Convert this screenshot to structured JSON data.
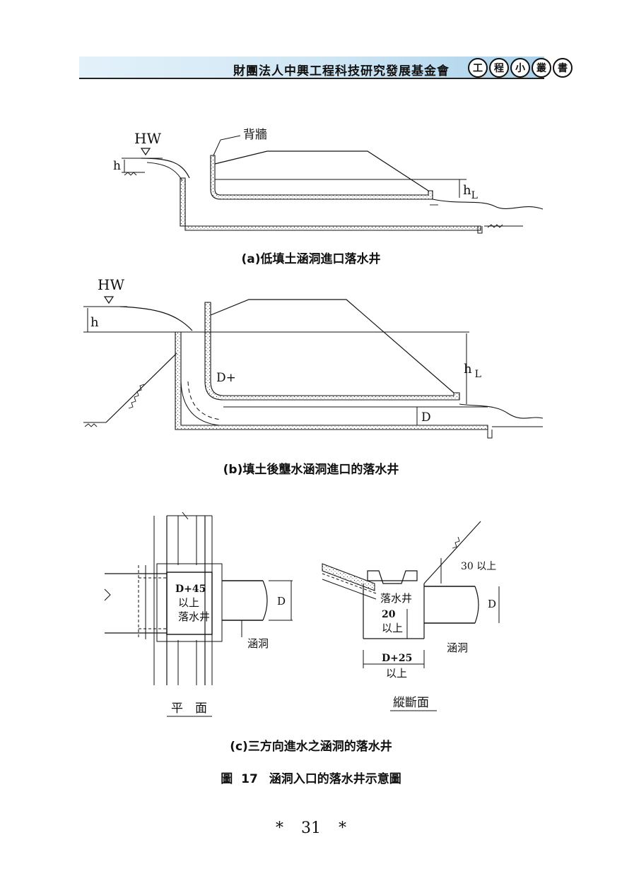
{
  "header": {
    "organization": "財團法人中興工程科技研究發展基金會",
    "series_badges": [
      "工",
      "程",
      "小",
      "叢",
      "書"
    ]
  },
  "figure_a": {
    "labels": {
      "hw": "HW",
      "h": "h",
      "back_wall": "背牆",
      "hl_main": "h",
      "hl_sub": "L"
    },
    "caption": "(a)低填土涵洞進口落水井"
  },
  "figure_b": {
    "labels": {
      "hw": "HW",
      "h": "h",
      "d_plus": "D+",
      "hl_main": "h",
      "hl_sub": "L",
      "d": "D"
    },
    "caption": "(b)填土後壟水涵洞進口的落水井"
  },
  "figure_c": {
    "plan": {
      "well_label_1": "D+45",
      "well_label_2": "以上",
      "well_label_3": "落水井",
      "d": "D",
      "culvert": "涵洞",
      "title": "平　面"
    },
    "section": {
      "thirty": "30 以上",
      "well": "落水井",
      "twenty": "20",
      "twenty_note": "以上",
      "d": "D",
      "culvert": "涵洞",
      "d25": "D+25",
      "d25_note": "以上",
      "title": "縱斷面"
    },
    "caption": "(c)三方向進水之涵洞的落水井"
  },
  "figure_caption": {
    "prefix": "圖",
    "number": "17",
    "text": "涵洞入口的落水井示意圖"
  },
  "page": {
    "number": "31",
    "marker": "*"
  }
}
